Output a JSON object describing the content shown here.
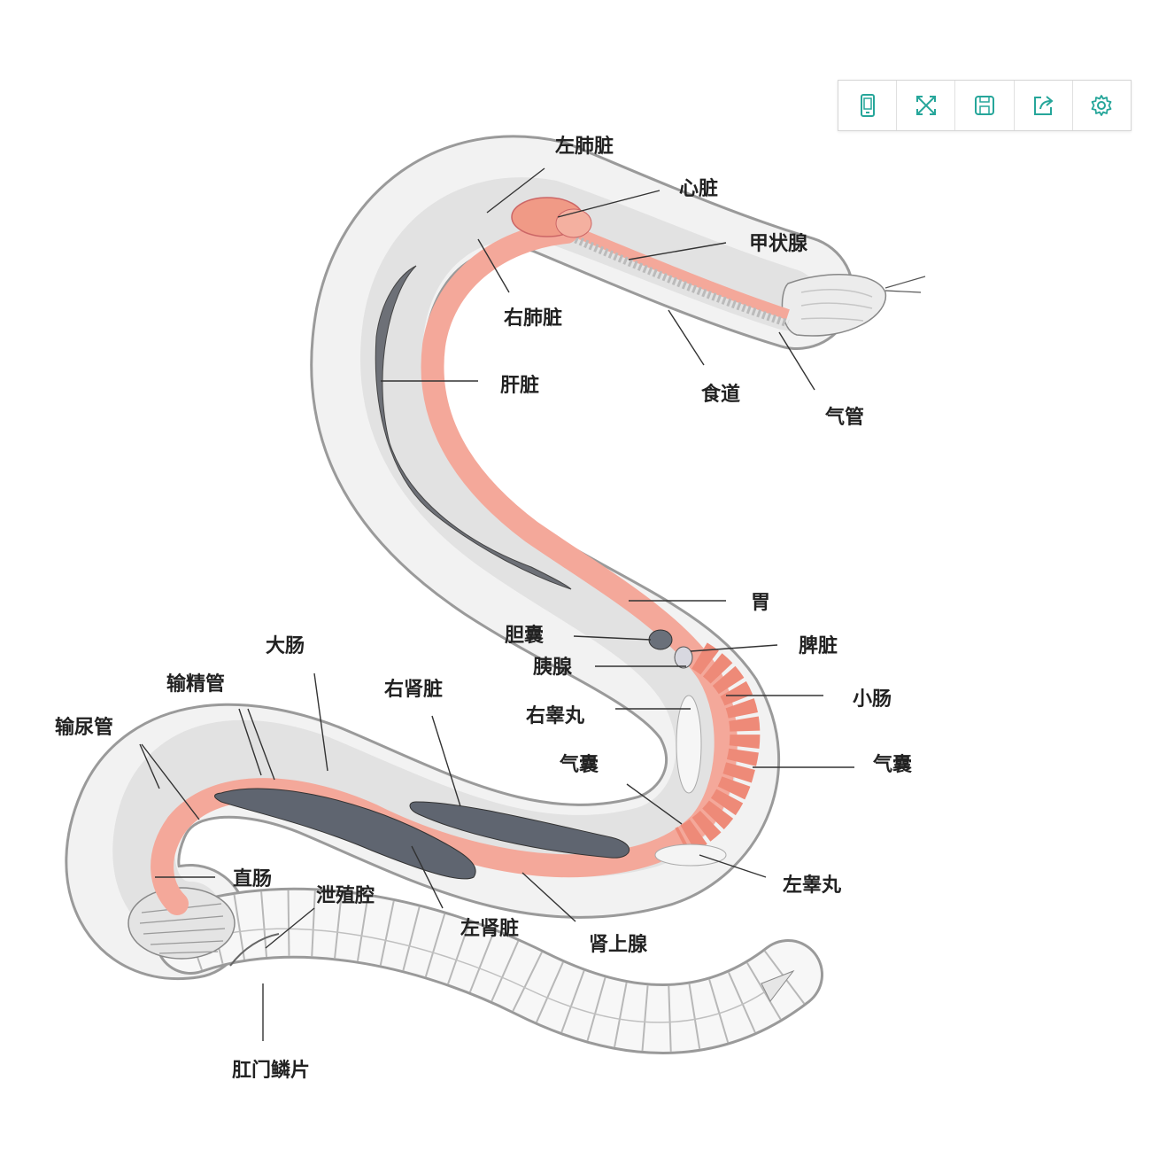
{
  "toolbar": {
    "accent_color": "#26a69a",
    "buttons": [
      {
        "icon": "tablet-icon"
      },
      {
        "icon": "fullscreen-icon"
      },
      {
        "icon": "save-icon"
      },
      {
        "icon": "share-icon"
      },
      {
        "icon": "settings-gear-icon"
      }
    ]
  },
  "labels": {
    "left_lung": "左肺脏",
    "heart": "心脏",
    "thyroid": "甲状腺",
    "right_lung": "右肺脏",
    "liver": "肝脏",
    "esophagus": "食道",
    "trachea": "气管",
    "stomach": "胃",
    "gallbladder": "胆囊",
    "spleen": "脾脏",
    "pancreas": "胰腺",
    "small_intestine": "小肠",
    "right_testis": "右睾丸",
    "air_sac_inner": "气囊",
    "air_sac_outer": "气囊",
    "large_intestine": "大肠",
    "vas_deferens": "输精管",
    "right_kidney": "右肾脏",
    "ureter": "输尿管",
    "left_testis": "左睾丸",
    "rectum": "直肠",
    "cloaca": "泄殖腔",
    "left_kidney": "左肾脏",
    "adrenal": "肾上腺",
    "anal_scale": "肛门鳞片"
  },
  "colors": {
    "body_outline": "#8a8a8a",
    "body_fill": "#f1f1f1",
    "gut": "#f4a89a",
    "gut_dark": "#ee8a78",
    "liver": "#6d7077",
    "kidney": "#5f6570",
    "heart": "#f09a86"
  }
}
